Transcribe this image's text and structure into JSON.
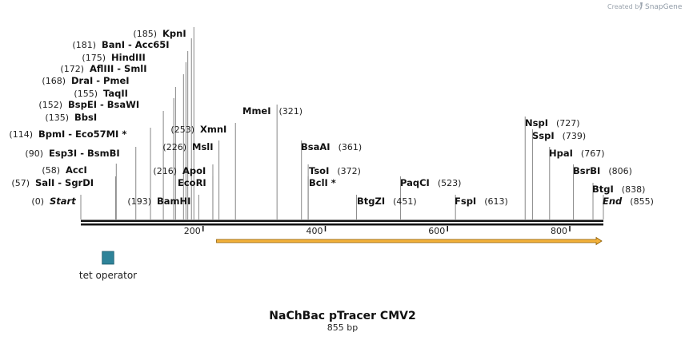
{
  "branding": {
    "created_by": "Created by",
    "product": "SnapGene"
  },
  "map": {
    "title": "NaChBac pTracer CMV2",
    "subtitle": "855 bp",
    "length": 855,
    "colors": {
      "backbone": "#111111",
      "feature_fill": "#f3b23b",
      "feature_outline": "#8a5a00",
      "operator_fill": "#2e8399",
      "line": "#888888"
    },
    "ticks": [
      {
        "value": 200,
        "label": "200"
      },
      {
        "value": 400,
        "label": "400"
      },
      {
        "value": 600,
        "label": "600"
      },
      {
        "value": 800,
        "label": "800"
      }
    ],
    "sites": [
      {
        "pos": 0,
        "pos_label": "(0)",
        "name": "Start",
        "italic": true
      },
      {
        "pos": 57,
        "pos_label": "(57)",
        "name": "SalI  - SgrDI"
      },
      {
        "pos": 58,
        "pos_label": "(58)",
        "name": "AccI"
      },
      {
        "pos": 90,
        "pos_label": "(90)",
        "name": "Esp3I  - BsmBI"
      },
      {
        "pos": 114,
        "pos_label": "(114)",
        "name": "BpmI  - Eco57MI *"
      },
      {
        "pos": 135,
        "pos_label": "(135)",
        "name": "BbsI"
      },
      {
        "pos": 152,
        "pos_label": "(152)",
        "name": "BspEI  - BsaWI"
      },
      {
        "pos": 155,
        "pos_label": "(155)",
        "name": "TaqII"
      },
      {
        "pos": 168,
        "pos_label": "(168)",
        "name": "DraI  - PmeI"
      },
      {
        "pos": 172,
        "pos_label": "(172)",
        "name": "AflIII  - SmlI"
      },
      {
        "pos": 175,
        "pos_label": "(175)",
        "name": "HindIII"
      },
      {
        "pos": 181,
        "pos_label": "(181)",
        "name": "BanI  - Acc65I"
      },
      {
        "pos": 185,
        "pos_label": "(185)",
        "name": "KpnI"
      },
      {
        "pos": 193,
        "pos_label": "(193)",
        "name": "BamHI"
      },
      {
        "pos": 216,
        "pos_label": "(216)",
        "name": "ApoI"
      },
      {
        "pos": 216,
        "pos_label": "",
        "name": "EcoRI"
      },
      {
        "pos": 226,
        "pos_label": "(226)",
        "name": "MslI"
      },
      {
        "pos": 253,
        "pos_label": "(253)",
        "name": "XmnI"
      },
      {
        "pos": 321,
        "pos_label": "(321)",
        "name": "MmeI"
      },
      {
        "pos": 361,
        "pos_label": "(361)",
        "name": "BsaAI"
      },
      {
        "pos": 372,
        "pos_label": "(372)",
        "name": "TsoI"
      },
      {
        "pos": 372,
        "pos_label": "",
        "name": "BclI *"
      },
      {
        "pos": 451,
        "pos_label": "(451)",
        "name": "BtgZI"
      },
      {
        "pos": 523,
        "pos_label": "(523)",
        "name": "PaqCI"
      },
      {
        "pos": 613,
        "pos_label": "(613)",
        "name": "FspI"
      },
      {
        "pos": 727,
        "pos_label": "(727)",
        "name": "NspI"
      },
      {
        "pos": 739,
        "pos_label": "(739)",
        "name": "SspI"
      },
      {
        "pos": 767,
        "pos_label": "(767)",
        "name": "HpaI"
      },
      {
        "pos": 806,
        "pos_label": "(806)",
        "name": "BsrBI"
      },
      {
        "pos": 838,
        "pos_label": "(838)",
        "name": "BtgI"
      },
      {
        "pos": 855,
        "pos_label": "(855)",
        "name": "End",
        "italic": true
      }
    ],
    "features": [
      {
        "name": "",
        "start": 222,
        "end": 855,
        "type": "arrow",
        "direction": "forward"
      },
      {
        "name": "tet operator",
        "start": 35,
        "end": 54,
        "type": "box"
      }
    ]
  }
}
